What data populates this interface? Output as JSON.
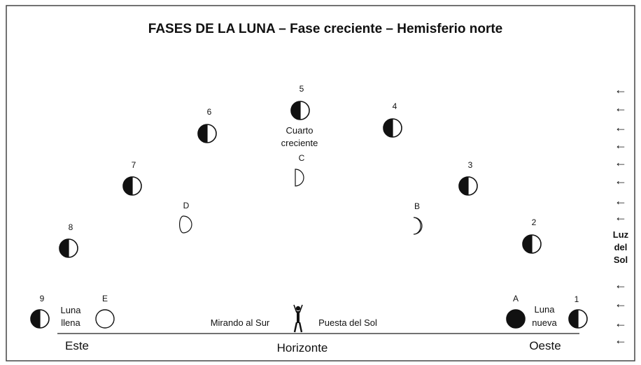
{
  "title": "FASES DE LA LUNA – Fase creciente – Hemisferio norte",
  "labels": {
    "east": "Este",
    "west": "Oeste",
    "horizon": "Horizonte",
    "facing_south": "Mirando al Sur",
    "sunset": "Puesta del Sol",
    "full_moon_line1": "Luna",
    "full_moon_line2": "llena",
    "new_moon_line1": "Luna",
    "new_moon_line2": "nueva",
    "first_quarter_line1": "Cuarto",
    "first_quarter_line2": "creciente",
    "sunlight_line1": "Luz",
    "sunlight_line2": "del",
    "sunlight_line3": "Sol"
  },
  "moons": [
    {
      "id": "1",
      "label": "1",
      "phase": "first-quarter"
    },
    {
      "id": "2",
      "label": "2",
      "phase": "first-quarter"
    },
    {
      "id": "3",
      "label": "3",
      "phase": "first-quarter"
    },
    {
      "id": "4",
      "label": "4",
      "phase": "first-quarter"
    },
    {
      "id": "5",
      "label": "5",
      "phase": "first-quarter"
    },
    {
      "id": "6",
      "label": "6",
      "phase": "first-quarter"
    },
    {
      "id": "7",
      "label": "7",
      "phase": "first-quarter"
    },
    {
      "id": "8",
      "label": "8",
      "phase": "first-quarter"
    },
    {
      "id": "9",
      "label": "9",
      "phase": "first-quarter"
    },
    {
      "id": "A",
      "label": "A",
      "phase": "new"
    },
    {
      "id": "B",
      "label": "B",
      "phase": "waxing-crescent"
    },
    {
      "id": "C",
      "label": "C",
      "phase": "first-quarter-outline"
    },
    {
      "id": "D",
      "label": "D",
      "phase": "waxing-gibbous"
    },
    {
      "id": "E",
      "label": "E",
      "phase": "full"
    }
  ],
  "arrow_glyph": "←",
  "colors": {
    "ink": "#111111",
    "frame": "#444444",
    "background": "#ffffff"
  }
}
